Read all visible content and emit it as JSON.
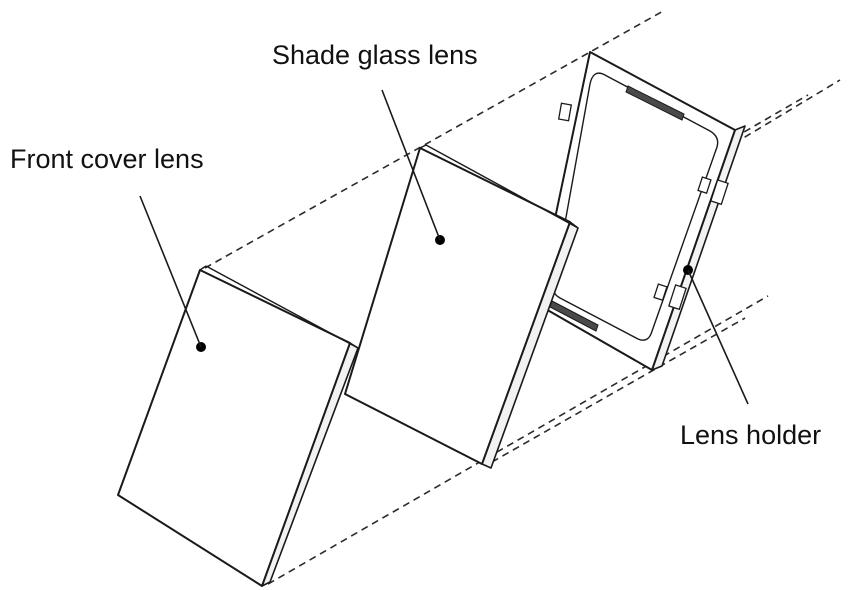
{
  "labels": {
    "front_cover_lens": "Front cover lens",
    "shade_glass_lens": "Shade glass lens",
    "lens_holder": "Lens holder"
  }
}
